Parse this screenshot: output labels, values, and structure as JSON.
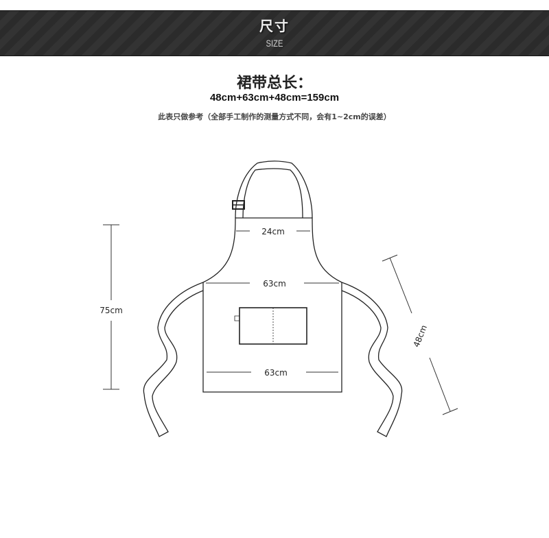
{
  "header": {
    "title": "尺寸",
    "subtitle": "SIZE"
  },
  "summary": {
    "title": "裙带总长：",
    "formula": "48cm+63cm+48cm=159cm",
    "note": "此表只做参考（全部手工制作的测量方式不同，会有1~2cm的误差）"
  },
  "measurements": {
    "bib_top_width": "24cm",
    "waist_width": "63cm",
    "bottom_width": "63cm",
    "total_length": "75cm",
    "tie_length": "48cm"
  }
}
